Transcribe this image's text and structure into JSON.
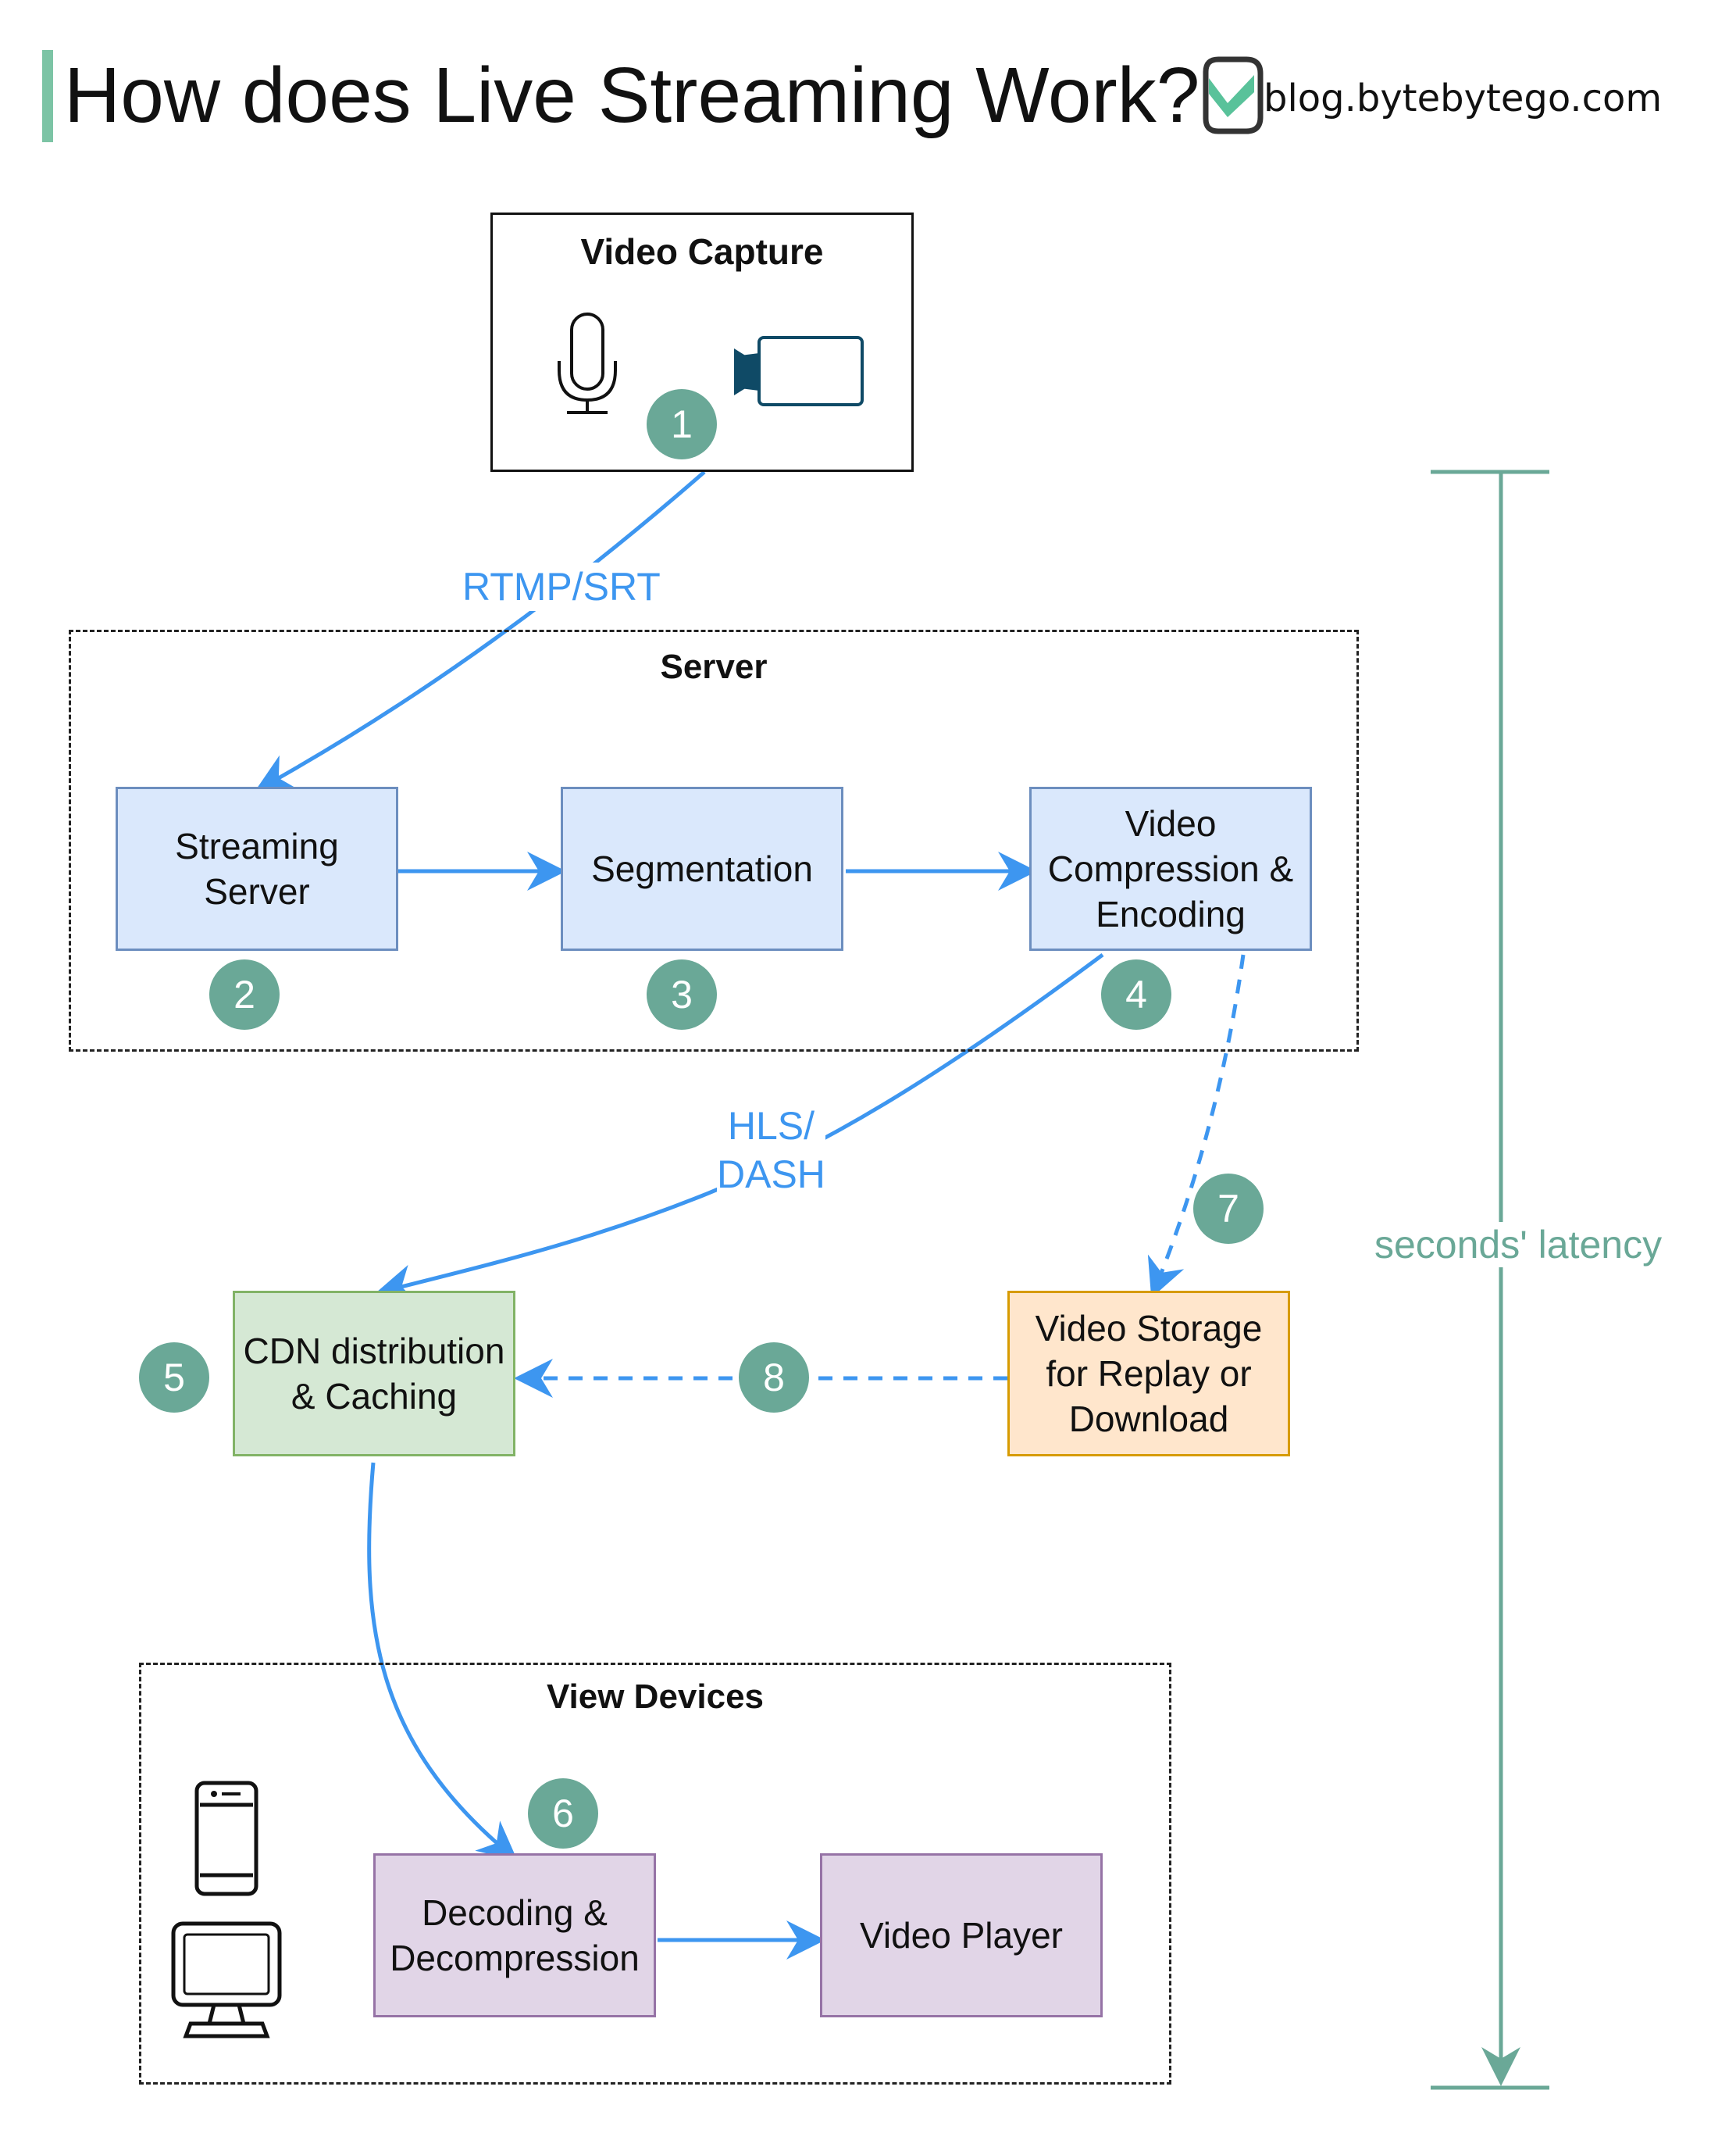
{
  "header": {
    "title": "How does Live Streaming Work?",
    "site": "blog.bytebytego.com",
    "accent_color": "#7cc4a5"
  },
  "colors": {
    "arrow": "#3d96f0",
    "badge": "#6aa897",
    "latency": "#6aa897",
    "blue_fill": "#dae8fc",
    "blue_border": "#6c8ebf",
    "green_fill": "#d5e8d4",
    "green_border": "#82b366",
    "orange_fill": "#ffe6cc",
    "orange_border": "#d79b00",
    "purple_fill": "#e1d5e7",
    "purple_border": "#9673a6"
  },
  "capture": {
    "title": "Video Capture",
    "icons": [
      "microphone-icon",
      "video-camera-icon"
    ]
  },
  "server_group": {
    "title": "Server"
  },
  "devices_group": {
    "title": "View Devices",
    "icons": [
      "smartphone-icon",
      "desktop-monitor-icon"
    ]
  },
  "nodes": {
    "streaming": {
      "line1": "Streaming",
      "line2": "Server"
    },
    "segmentation": {
      "line1": "Segmentation"
    },
    "compression": {
      "line1": "Video",
      "line2": "Compression &",
      "line3": "Encoding"
    },
    "cdn": {
      "line1": "CDN distribution",
      "line2": "& Caching"
    },
    "storage": {
      "line1": "Video Storage",
      "line2": "for Replay or",
      "line3": "Download"
    },
    "decoding": {
      "line1": "Decoding &",
      "line2": "Decompression"
    },
    "player": {
      "line1": "Video Player"
    }
  },
  "badges": [
    "1",
    "2",
    "3",
    "4",
    "5",
    "6",
    "7",
    "8"
  ],
  "edges": {
    "ingest_protocol": "RTMP/SRT",
    "delivery_protocol_line1": "HLS/",
    "delivery_protocol_line2": "DASH"
  },
  "latency": {
    "label": "seconds' latency"
  }
}
